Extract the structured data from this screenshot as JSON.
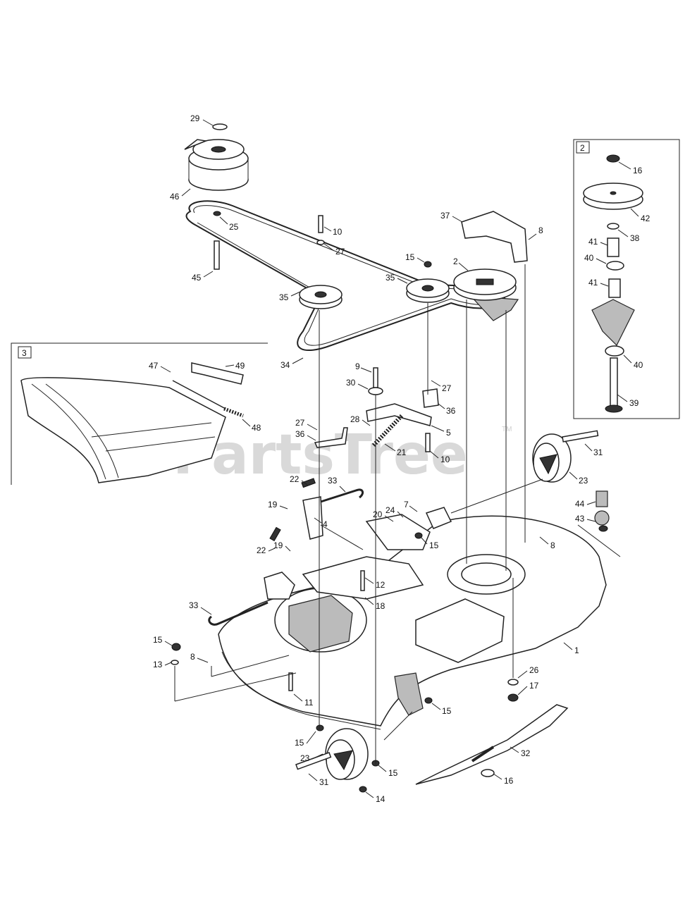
{
  "watermark": {
    "text": "PartsTree",
    "trademark": "TM"
  },
  "inset_boxes": [
    {
      "id": "2",
      "label": "2"
    },
    {
      "id": "3",
      "label": "3"
    }
  ],
  "callouts": {
    "p29": "29",
    "p46": "46",
    "p25": "25",
    "p45": "45",
    "p10a": "10",
    "p27a": "27",
    "p15a": "15",
    "p35a": "35",
    "p35b": "35",
    "p2": "2",
    "p37": "37",
    "p8a": "8",
    "p34": "34",
    "p9": "9",
    "p30": "30",
    "p27b": "27",
    "p36a": "36",
    "p28": "28",
    "p5": "5",
    "p27c": "27",
    "p36b": "36",
    "p21": "21",
    "p10b": "10",
    "p16a": "16",
    "p42": "42",
    "p38": "38",
    "p41a": "41",
    "p40a": "40",
    "p41b": "41",
    "p40b": "40",
    "p39": "39",
    "p47": "47",
    "p49": "49",
    "p48": "48",
    "p31a": "31",
    "p23a": "23",
    "p44": "44",
    "p43": "43",
    "p22a": "22",
    "p33a": "33",
    "p19a": "19",
    "p4": "4",
    "p20": "20",
    "p24": "24",
    "p7": "7",
    "p15b": "15",
    "p8b": "8",
    "p22b": "22",
    "p19b": "19",
    "p12": "12",
    "p18": "18",
    "p33b": "33",
    "p1": "1",
    "p15c": "15",
    "p13": "13",
    "p8c": "8",
    "p11": "11",
    "p26": "26",
    "p17": "17",
    "p15d": "15",
    "p15e": "15",
    "p23b": "23",
    "p32": "32",
    "p31b": "31",
    "p15f": "15",
    "p16b": "16",
    "p14": "14"
  }
}
